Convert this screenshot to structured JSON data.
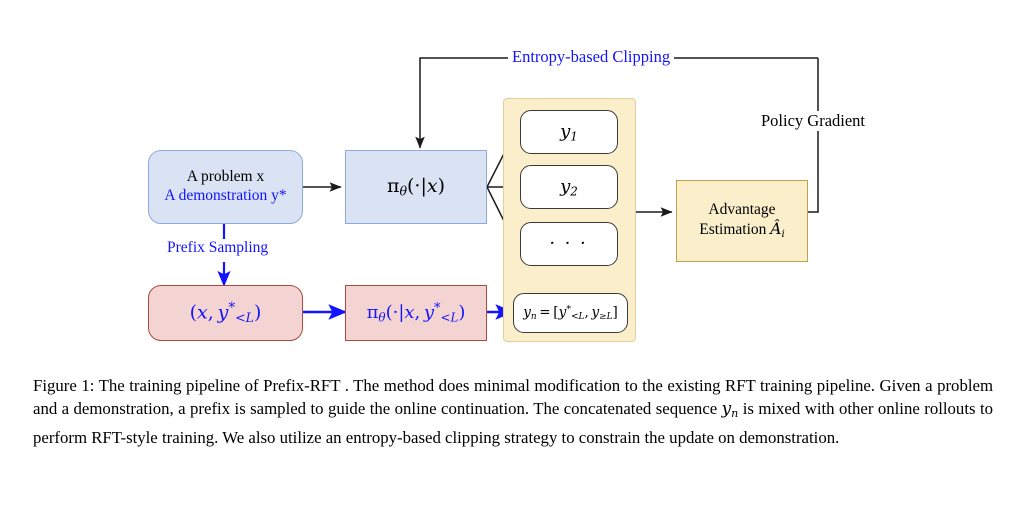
{
  "figure": {
    "caption_label": "Figure 1:",
    "caption_text": " The training pipeline of Prefix-RFT . The method does minimal modification to the existing RFT training pipeline. Given a problem and a demonstration, a prefix is sampled to guide the online continuation. The concatenated sequence yₙ is mixed with other online rollouts to perform RFT-style training. We also utilize an entropy-based clipping strategy to constrain the update on demonstration.",
    "caption_parts": {
      "before_math": " The training pipeline of Prefix-RFT . The method does minimal modification to the existing RFT training pipeline. Given a problem and a demonstration, a prefix is sampled to guide the online continuation. The concatenated sequence ",
      "math": "y",
      "math_sub": "n",
      "after_math": " is mixed with other online rollouts to perform RFT-style training. We also utilize an entropy-based clipping strategy to constrain the update on demonstration."
    }
  },
  "diagram": {
    "input_box": {
      "line1": "A problem x",
      "line2": "A demonstration y*"
    },
    "policy_box": {
      "pi": "π",
      "theta": "θ",
      "rest": "(·|x)"
    },
    "prefix_box": {
      "text": "(x, y*<L)"
    },
    "prefix_policy_box": {
      "pi": "π",
      "theta": "θ",
      "rest": "(·|x, y*<L)"
    },
    "rollouts": [
      {
        "label": "y1",
        "base": "y",
        "sub": "1"
      },
      {
        "label": "y2",
        "base": "y",
        "sub": "2"
      },
      {
        "label": "...",
        "base": "⋯",
        "sub": ""
      }
    ],
    "concat_box": {
      "label": "yn = [y*<L, y≥L]"
    },
    "advantage_box": {
      "line1": "Advantage",
      "line2": "Estimation Âi"
    },
    "labels": {
      "entropy_clipping": "Entropy-based Clipping",
      "policy_gradient": "Policy Gradient",
      "prefix_sampling": "Prefix Sampling"
    },
    "colors": {
      "blue_fill": "#dae3f3",
      "blue_border": "#8faadc",
      "pink_fill": "#f4d4d2",
      "pink_border": "#a84b3c",
      "cream_fill": "#fbeecb",
      "cream_border": "#bfa14a",
      "yellow_container_fill": "#fbeecb",
      "yellow_container_border": "#e2cf9c",
      "accent_blue": "#1414ff",
      "line_black": "#1a1a1a"
    }
  }
}
